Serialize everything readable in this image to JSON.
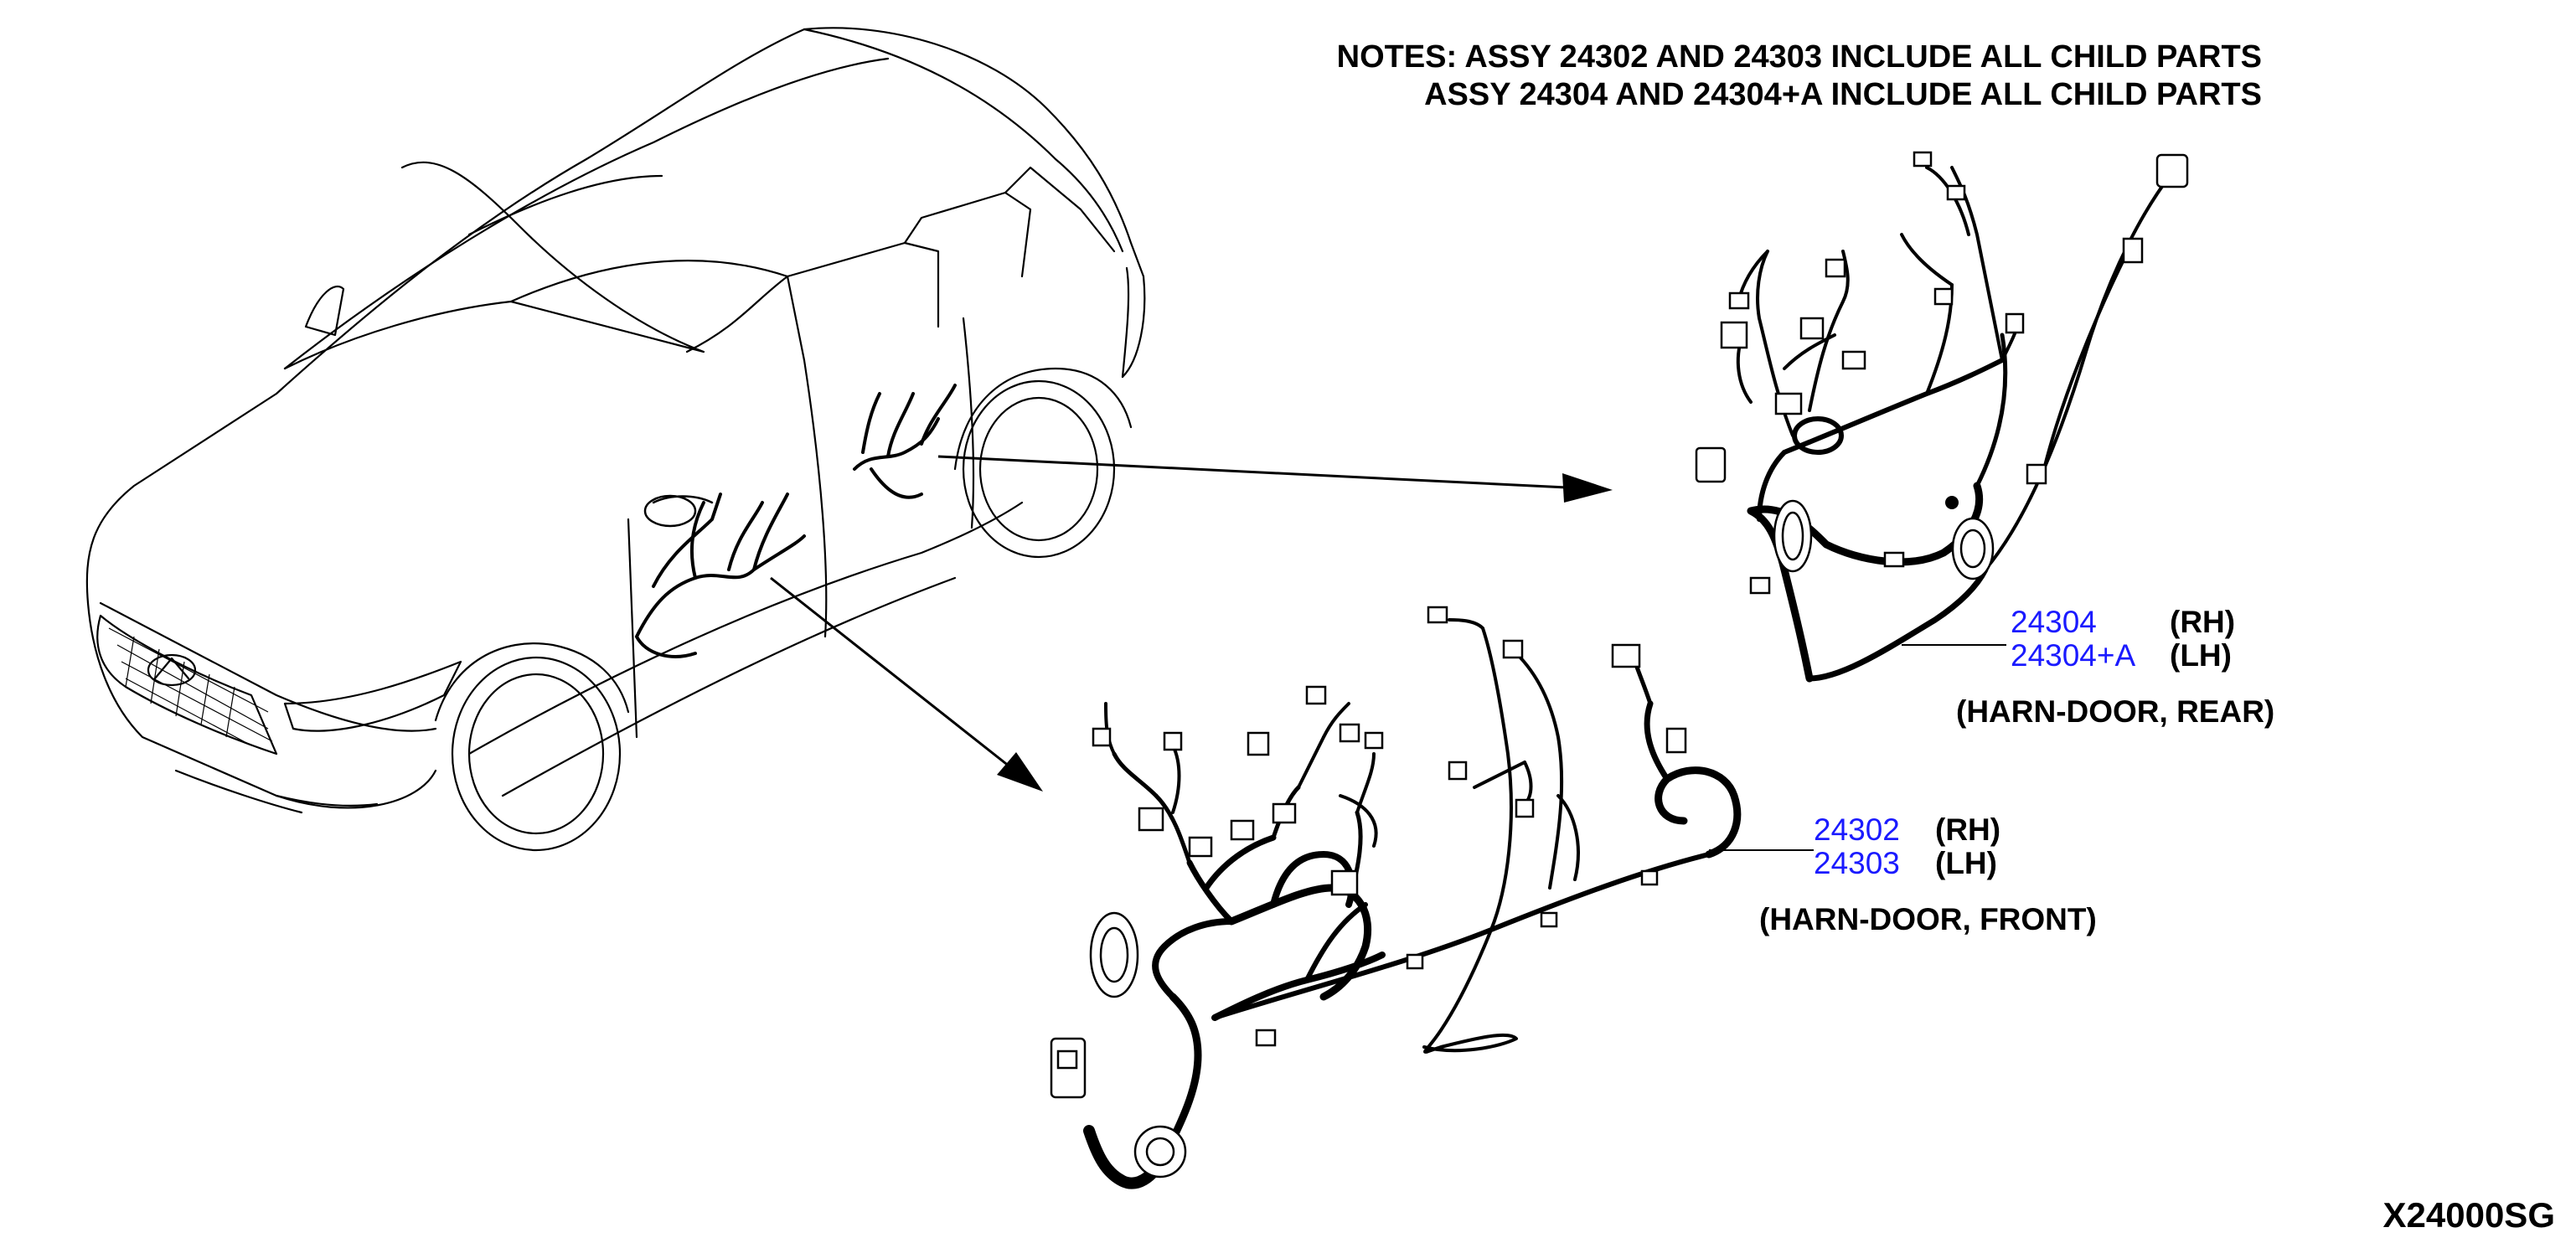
{
  "notes": {
    "line1": "NOTES: ASSY 24302 AND 24303 INCLUDE ALL CHILD PARTS",
    "line2": "ASSY 24304 AND 24304+A INCLUDE ALL CHILD PARTS"
  },
  "rear_harness": {
    "part_rh": "24304",
    "side_rh": "(RH)",
    "part_lh": "24304+A",
    "side_lh": "(LH)",
    "caption": "(HARN-DOOR, REAR)"
  },
  "front_harness": {
    "part_rh": "24302",
    "side_rh": "(RH)",
    "part_lh": "24303",
    "side_lh": "(LH)",
    "caption": "(HARN-DOOR, FRONT)"
  },
  "diagram_code": "X24000SG",
  "colors": {
    "part_number": "#1a1aff",
    "line": "#000000",
    "background": "#ffffff"
  }
}
